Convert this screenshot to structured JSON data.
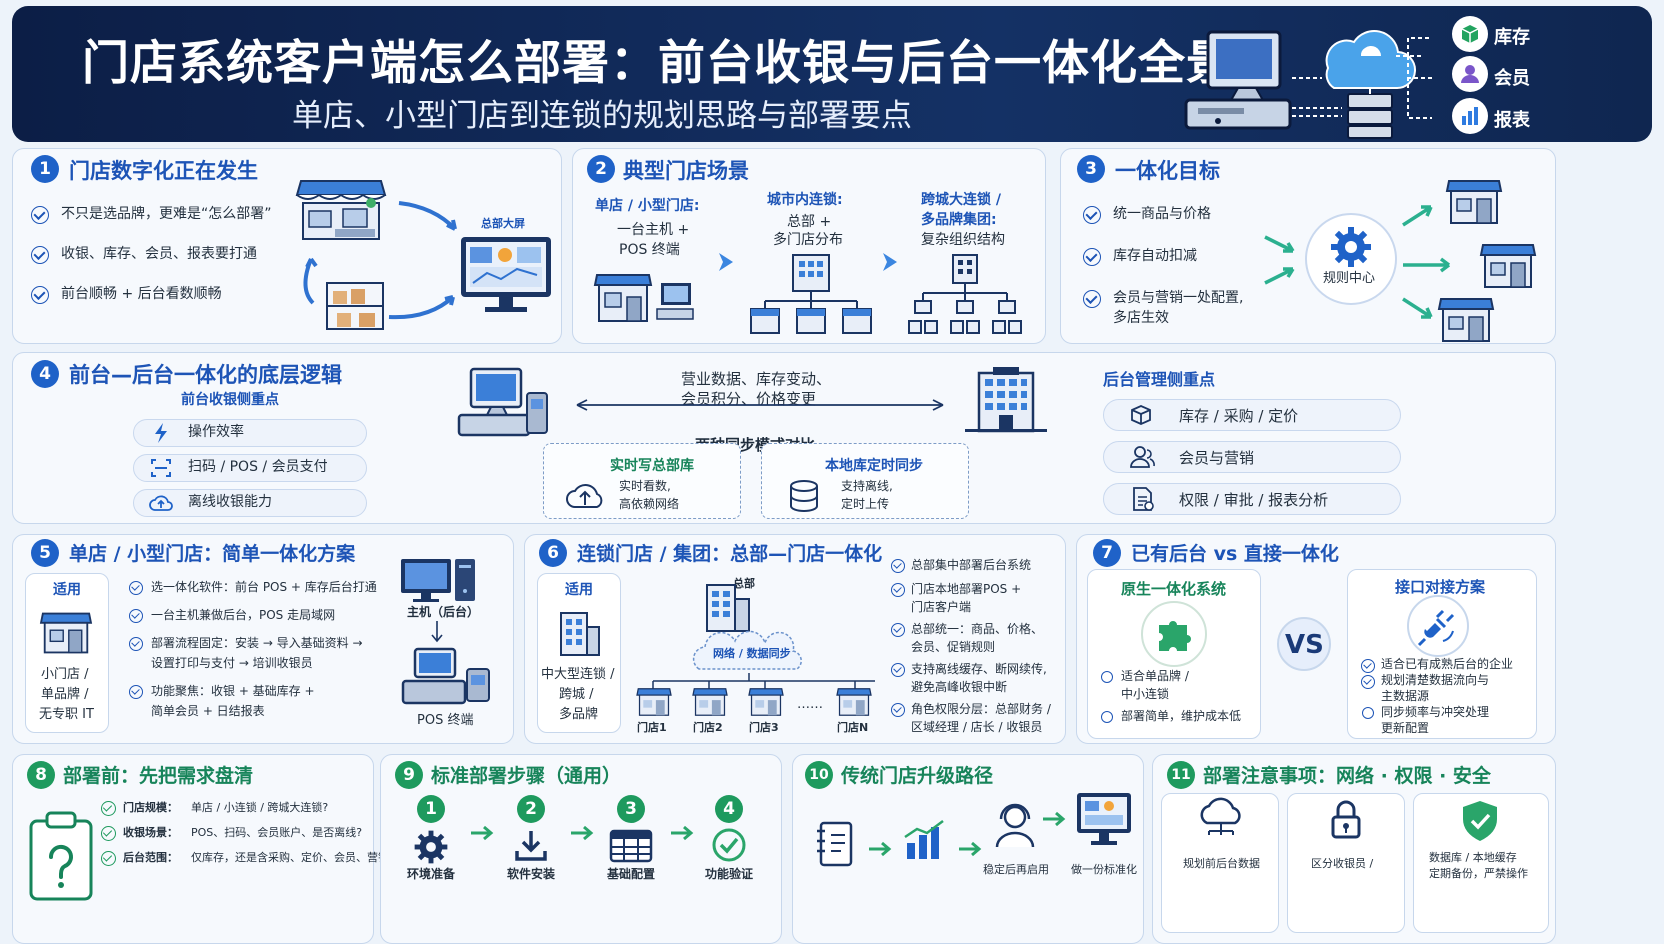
{
  "header": {
    "title": "门店系统客户端怎么部署：前台收银与后台一体化全景图",
    "subtitle": "单店、小型门店到连锁的规划思路与部署要点",
    "icon_labels": [
      "库存",
      "会员",
      "报表"
    ]
  },
  "s1": {
    "num": "1",
    "title": "门店数字化正在发生",
    "items": [
      "不只是选品牌，更难是“怎么部署”",
      "收银、库存、会员、报表要打通",
      "前台顺畅 + 后台看数顺畅"
    ],
    "screen_label": "总部大屏"
  },
  "s2": {
    "num": "2",
    "title": "典型门店场景",
    "col1": {
      "title": "单店 / 小型门店:",
      "desc": [
        "一台主机 +",
        "POS 终端"
      ]
    },
    "col2": {
      "title": "城市内连锁:",
      "desc": [
        "总部 +",
        "多门店分布"
      ]
    },
    "col3": {
      "title": "跨城大连锁 /",
      "title2": "多品牌集团:",
      "desc": [
        "复杂组织结构"
      ]
    }
  },
  "s3": {
    "num": "3",
    "title": "一体化目标",
    "items": [
      "统一商品与价格",
      "库存自动扣减",
      "会员与营销一处配置,",
      "多店生效"
    ],
    "hub": "规则中心"
  },
  "s4": {
    "num": "4",
    "title": "前台—后台一体化的底层逻辑",
    "front_title": "前台收银侧重点",
    "front_items": [
      "操作效率",
      "扫码 / POS / 会员支付",
      "离线收银能力"
    ],
    "flow": [
      "营业数据、库存变动、",
      "会员积分、价格变更"
    ],
    "sync_title": "两种同步模式对比",
    "modeA": {
      "title": "实时写总部库",
      "desc": [
        "实时看数,",
        "高依赖网络"
      ]
    },
    "modeB": {
      "title": "本地库定时同步",
      "desc": [
        "支持离线,",
        "定时上传"
      ]
    },
    "back_title": "后台管理侧重点",
    "back_items": [
      "库存 / 采购 / 定价",
      "会员与营销",
      "权限 / 审批 / 报表分析"
    ]
  },
  "s5": {
    "num": "5",
    "title": "单店 / 小型门店：简单一体化方案",
    "fit_label": "适用",
    "fit_desc": [
      "小门店 /",
      "单品牌 /",
      "无专职 IT"
    ],
    "items": [
      "选一体化软件：前台 POS + 库存后台打通",
      "一台主机兼做后台，POS 走局域网",
      "部署流程固定：安装 → 导入基础资料 →",
      "设置打印与支付 → 培训收银员",
      "功能聚焦：收银 + 基础库存 +",
      "简单会员 + 日结报表"
    ],
    "host": "主机（后台）",
    "pos": "POS 终端"
  },
  "s6": {
    "num": "6",
    "title": "连锁门店 / 集团：总部—门店一体化",
    "fit_label": "适用",
    "fit_desc": [
      "中大型连锁 /",
      "跨城 /",
      "多品牌"
    ],
    "hq": "总部",
    "cloud": "网络 / 数据同步",
    "stores": [
      "门店1",
      "门店2",
      "门店3",
      "门店N"
    ],
    "ellipsis": "……",
    "items": [
      "总部集中部署后台系统",
      "门店本地部署POS +",
      "门店客户端",
      "总部统一：商品、价格、",
      "会员、促销规则",
      "支持离线缓存、断网续传,",
      "避免高峰收银中断",
      "角色权限分层：总部财务 /",
      "区域经理 / 店长 / 收银员"
    ]
  },
  "s7": {
    "num": "7",
    "title": "已有后台 vs 直接一体化",
    "left_title": "原生一体化系统",
    "left_items": [
      "适合单品牌 /",
      "中小连锁",
      "部署简单，维护成本低"
    ],
    "vs": "VS",
    "right_title": "接口对接方案",
    "right_items": [
      "适合已有成熟后台的企业",
      "规划清楚数据流向与",
      "主数据源",
      "同步频率与冲突处理",
      "更新配置"
    ]
  },
  "s8": {
    "num": "8",
    "title": "部署前：先把需求盘清",
    "items": [
      "门店规模：",
      "单店 / 小连锁 / 跨城大连锁?",
      "收银场景：",
      "POS、扫码、会员账户、是否离线?",
      "后台范围：",
      "仅库存，还是含采购、定价、会员、营销?"
    ]
  },
  "s9": {
    "num": "9",
    "title": "标准部署步骤（通用）",
    "steps": [
      {
        "n": "1",
        "label": "环境准备"
      },
      {
        "n": "2",
        "label": "软件安装"
      },
      {
        "n": "3",
        "label": "基础配置"
      },
      {
        "n": "4",
        "label": "功能验证"
      }
    ]
  },
  "s10": {
    "num": "10",
    "title": "传统门店升级路径",
    "labels": [
      "稳定后再启用",
      "做一份标准化"
    ]
  },
  "s11": {
    "num": "11",
    "title": "部署注意事项：网络 · 权限 · 安全",
    "labels": [
      "规划前后台数据",
      "区分收银员 /",
      "数据库 / 本地缓存",
      "定期备份，严禁操作"
    ]
  },
  "colors": {
    "navy": "#0c1e46",
    "blue": "#1d54b6",
    "green": "#17845a",
    "light": "#f6f9fd"
  }
}
